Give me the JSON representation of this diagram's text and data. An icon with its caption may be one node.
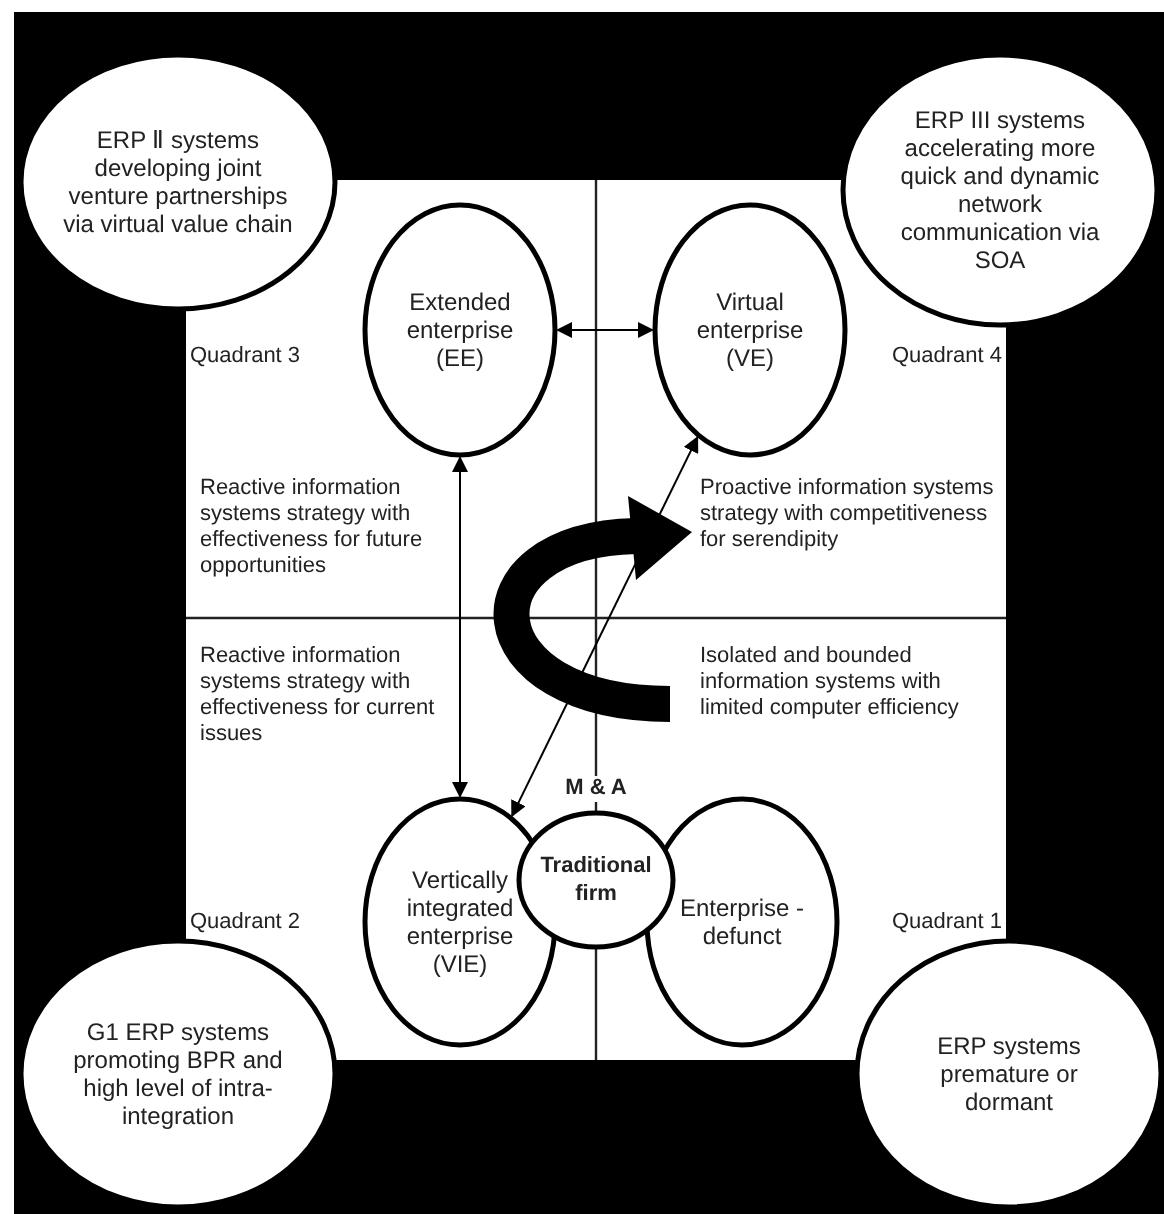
{
  "diagram": {
    "nodes": [
      {
        "text": [
          "ERP Ⅱ systems developing joint venture partnerships via virtual value chain"
        ]
      },
      {
        "text": [
          "ERP III systems accelerating more quick and dynamic network communication via SOA"
        ]
      },
      {
        "text": [
          "Extended enterprise (EE)"
        ]
      },
      {
        "text": [
          "Virtual enterprise (VE)"
        ]
      },
      {
        "text": [
          "Vertically integrated enterprise (VIE)"
        ]
      },
      {
        "text": [
          "Traditional firm"
        ],
        "beside": [
          "M & A"
        ]
      },
      {
        "text": [
          "Enterprise -defunct"
        ]
      },
      {
        "text": [
          "G1 ERP systems promoting BPR and high level of intra-integration"
        ]
      },
      {
        "text": [
          "ERP systems premature or dormant"
        ]
      }
    ],
    "edges": [
      {
        "from": 2,
        "to": 3,
        "arrow": "both"
      },
      {
        "from": 2,
        "to": 4,
        "arrow": "both"
      },
      {
        "from": 4,
        "to": 3,
        "arrow": "both"
      }
    ],
    "labels": [
      "Quadrant 3",
      "Quadrant 4",
      "Reactive information systems strategy with effectiveness for future opportunities",
      "Proactive information systems strategy with competitiveness for serendipity",
      "Reactive information systems strategy with effectiveness for current issues",
      "Isolated and bounded information systems with limited computer efficiency",
      "Quadrant 2",
      "Quadrant 1"
    ]
  }
}
